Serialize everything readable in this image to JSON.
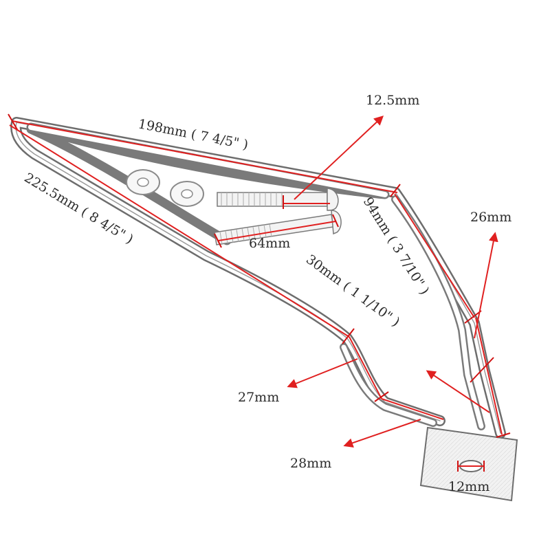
{
  "colors": {
    "accent": "#e02020",
    "metal_outline": "#6d6d6d",
    "metal_highlight": "#d9d9d9",
    "text": "#2b2b2b"
  },
  "labels": {
    "top_length": "198mm ( 7 4/5\" )",
    "left_length": "225.5mm ( 8 4/5\" )",
    "bolt_diameter": "12.5mm",
    "bolt_length": "64mm",
    "right_upper": "94mm ( 3 7/10\" )",
    "inner_span": "30mm ( 1 1/10\" )",
    "right_width": "26mm",
    "lower_width": "27mm",
    "bottom_width": "28mm",
    "slot_width": "12mm"
  },
  "icons": {
    "bracket": "chrome-bracket-illustration",
    "washers": "washer-icon",
    "bolts": "bolt-icon",
    "plate": "mounting-plate-icon"
  }
}
